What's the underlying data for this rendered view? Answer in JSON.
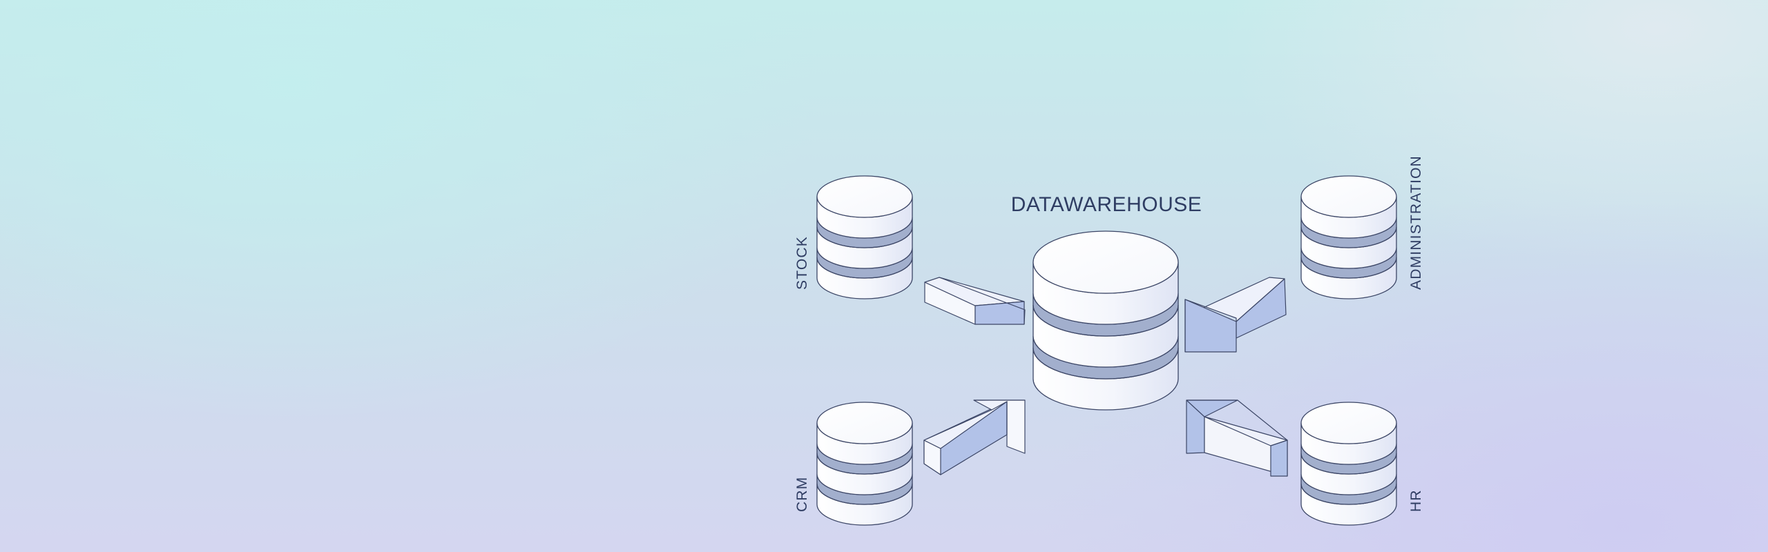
{
  "diagram": {
    "title": "DATAWAREHOUSE",
    "sources": [
      {
        "id": "stock",
        "label": "STOCK"
      },
      {
        "id": "administration",
        "label": "ADMINISTRATION"
      },
      {
        "id": "crm",
        "label": "CRM"
      },
      {
        "id": "hr",
        "label": "HR"
      }
    ],
    "edges": [
      {
        "from": "STOCK",
        "to": "DATAWAREHOUSE"
      },
      {
        "from": "ADMINISTRATION",
        "to": "DATAWAREHOUSE"
      },
      {
        "from": "CRM",
        "to": "DATAWAREHOUSE"
      },
      {
        "from": "HR",
        "to": "DATAWAREHOUSE"
      }
    ]
  },
  "colors": {
    "stroke": "#3c4666",
    "disk_top": "#ffffff",
    "disk_side_light": "#ffffff",
    "disk_side_dark": "#e4e9f6",
    "band": "#a2afcd",
    "arrow_face": "#eef1fb",
    "arrow_side": "#b2c2e8",
    "text": "#2f3d63"
  }
}
